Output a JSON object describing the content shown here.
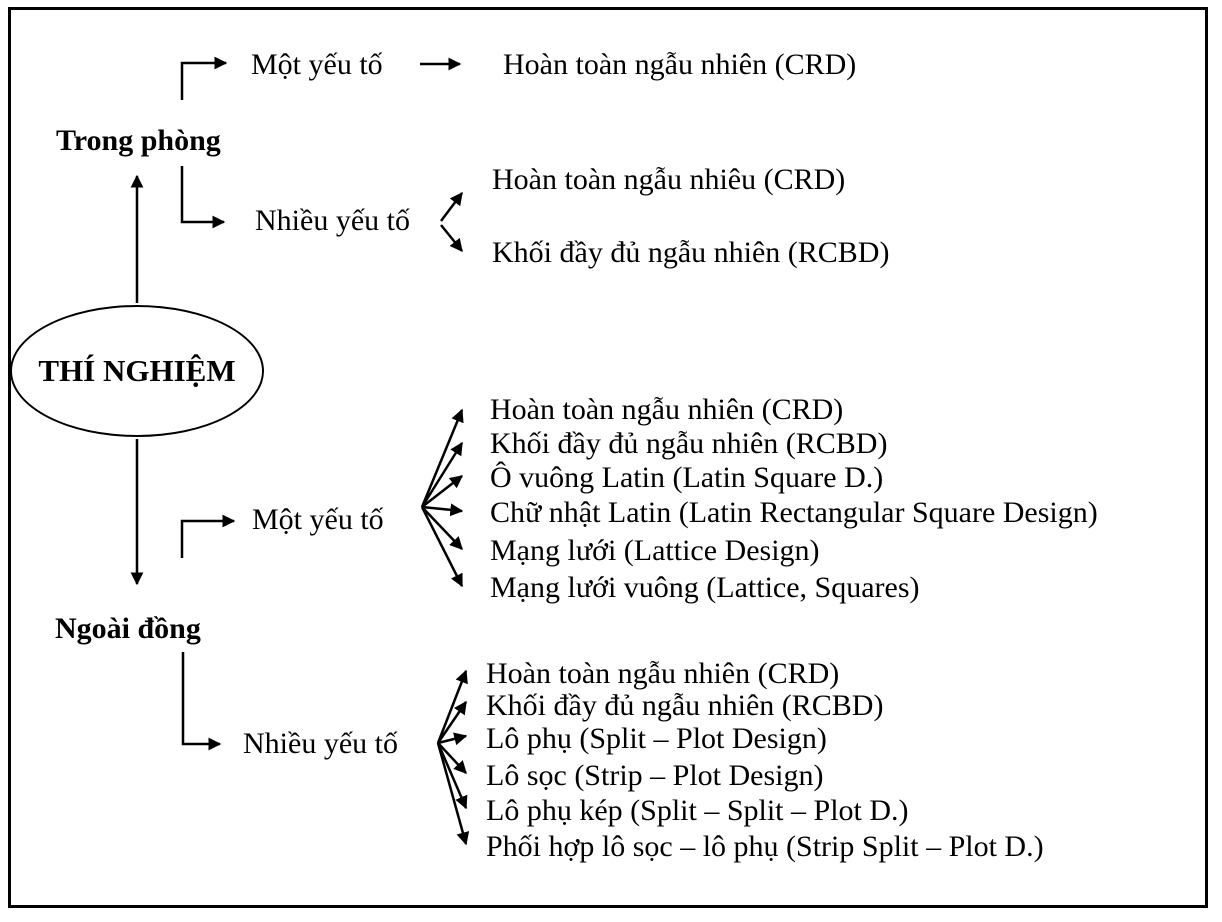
{
  "diagram": {
    "root": "THÍ NGHIỆM",
    "env_lab": "Trong phòng",
    "env_field": "Ngoài đồng",
    "factor_single": "Một yếu tố",
    "factor_multi": "Nhiều yếu tố",
    "lab_single": [
      "Hoàn toàn ngẫu nhiên (CRD)"
    ],
    "lab_multi": [
      "Hoàn toàn ngẫu nhiêu (CRD)",
      "Khối đầy đủ ngẫu nhiên (RCBD)"
    ],
    "field_single": [
      "Hoàn toàn ngẫu nhiên (CRD)",
      "Khối đầy đủ ngẫu nhiên (RCBD)",
      "Ô vuông Latin (Latin Square D.)",
      "Chữ nhật Latin (Latin Rectangular Square Design)",
      "Mạng lưới (Lattice Design)",
      "Mạng lưới vuông (Lattice, Squares)"
    ],
    "field_multi": [
      "Hoàn toàn ngẫu nhiên (CRD)",
      "Khối đầy đủ ngẫu nhiên (RCBD)",
      "Lô phụ (Split – Plot Design)",
      "Lô sọc (Strip – Plot Design)",
      "Lô phụ kép (Split – Split – Plot D.)",
      "Phối hợp lô sọc – lô phụ (Strip Split – Plot D.)"
    ],
    "colors": {
      "ink": "#000000",
      "background": "#ffffff"
    }
  }
}
